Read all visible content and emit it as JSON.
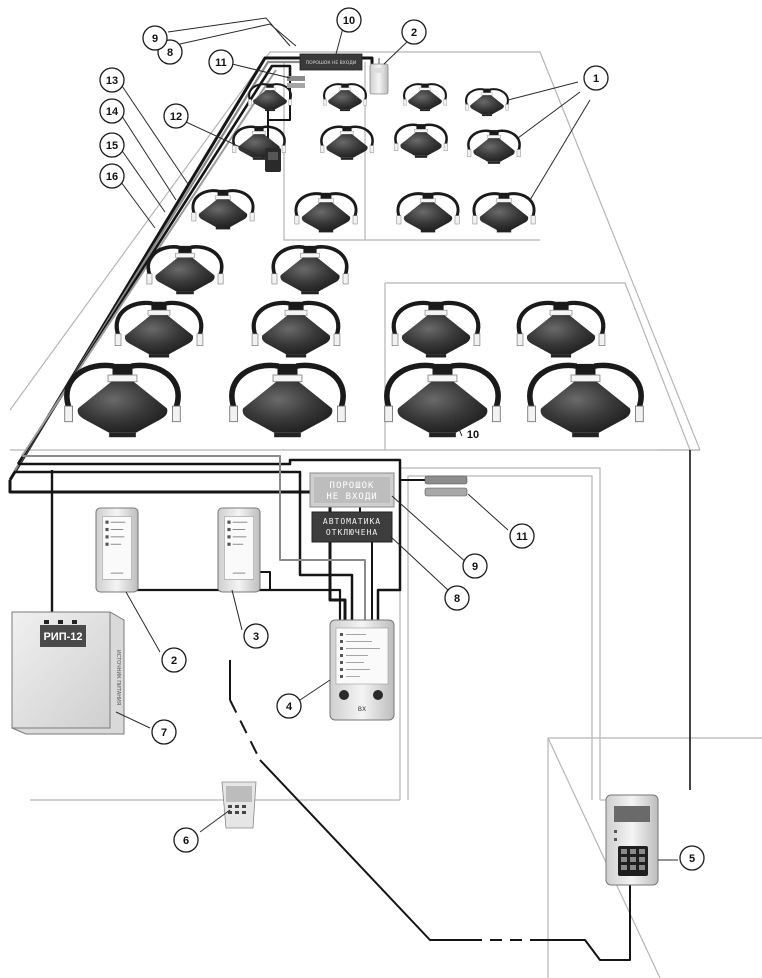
{
  "colors": {
    "wire_dark": "#151515",
    "wire_gray": "#8a8a8a",
    "wall": "#b5b5b5",
    "module_body": "#3a3a3a",
    "device_case": "#e9e9e9",
    "sign_gray": "#cfcfcf",
    "sign_dark": "#3d3d3d"
  },
  "signs": {
    "powder_line1": "ПОРОШОК",
    "powder_line2": "НЕ ВХОДИ",
    "auto_line1": "АВТОМАТИКА",
    "auto_line2": "ОТКЛЮЧЕНА",
    "top_small": "ПОРОШОК НЕ ВХОДИ"
  },
  "devices": {
    "psu_label": "РИП-12",
    "psu_side_text": "ИСТОЧНИК ПИТАНИЯ",
    "controller_label": "ВХ"
  },
  "callouts": [
    {
      "id": "c1",
      "label": "1",
      "icon": "callout-circle"
    },
    {
      "id": "c2a",
      "label": "2",
      "icon": "callout-circle"
    },
    {
      "id": "c2b",
      "label": "2",
      "icon": "callout-circle"
    },
    {
      "id": "c3",
      "label": "3",
      "icon": "callout-circle"
    },
    {
      "id": "c4",
      "label": "4",
      "icon": "callout-circle"
    },
    {
      "id": "c5",
      "label": "5",
      "icon": "callout-circle"
    },
    {
      "id": "c6",
      "label": "6",
      "icon": "callout-circle"
    },
    {
      "id": "c7",
      "label": "7",
      "icon": "callout-circle"
    },
    {
      "id": "c8a",
      "label": "8",
      "icon": "callout-circle"
    },
    {
      "id": "c8b",
      "label": "8",
      "icon": "callout-circle"
    },
    {
      "id": "c9a",
      "label": "9",
      "icon": "callout-circle"
    },
    {
      "id": "c9b",
      "label": "9",
      "icon": "callout-circle"
    },
    {
      "id": "c10a",
      "label": "10",
      "icon": "callout-circle"
    },
    {
      "id": "c10b",
      "label": "10",
      "icon": "callout-plain"
    },
    {
      "id": "c11a",
      "label": "11",
      "icon": "callout-circle"
    },
    {
      "id": "c11b",
      "label": "11",
      "icon": "callout-circle"
    },
    {
      "id": "c12",
      "label": "12",
      "icon": "callout-circle"
    },
    {
      "id": "c13",
      "label": "13",
      "icon": "callout-circle"
    },
    {
      "id": "c14",
      "label": "14",
      "icon": "callout-circle"
    },
    {
      "id": "c15",
      "label": "15",
      "icon": "callout-circle"
    },
    {
      "id": "c16",
      "label": "16",
      "icon": "callout-circle"
    }
  ]
}
